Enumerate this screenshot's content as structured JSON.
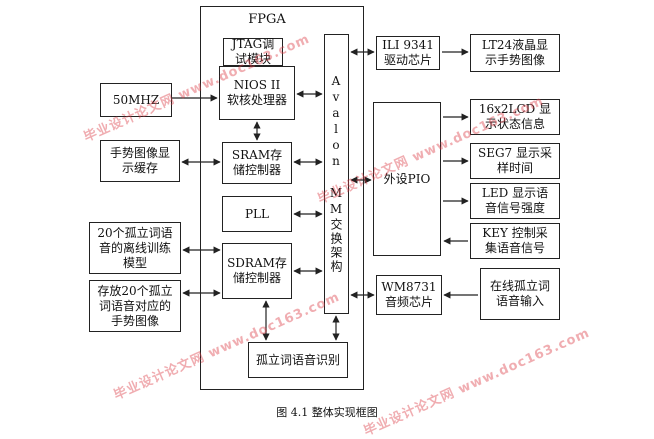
{
  "diagram": {
    "fpga_label": "FPGA",
    "avalon_label": "Avalon MM交换架构",
    "inner_blocks": {
      "jtag": "JTAG调\n试模块",
      "nios": "NIOS II\n软核处理器",
      "sram": "SRAM存\n储控制器",
      "pll": "PLL",
      "sdram": "SDRAM存\n储控制器",
      "recognition": "孤立词语音识别"
    },
    "left_blocks": {
      "clock": "50MHZ",
      "gesture_cache": "手势图像显\n示缓存",
      "offline_model": "20个孤立词语\n音的离线训练\n模型",
      "gesture_store": "存放20个孤立\n词语音对应的\n手势图像"
    },
    "right_blocks": {
      "ili": "ILI 9341\n驱动芯片",
      "lcd_display": "LT24液晶显\n示手势图像",
      "pio": "外设PIO",
      "lcd1602": "16x2LCD 显\n示状态信息",
      "seg7": "SEG7 显示采\n样时间",
      "led": "LED 显示语\n音信号强度",
      "key": "KEY 控制采\n集语音信号",
      "wm": "WM8731\n音频芯片",
      "voice_in": "在线孤立词\n语音输入"
    },
    "caption": "图 4.1  整体实现框图"
  },
  "watermark_text": "毕业设计论文网 www.doc163.com",
  "colors": {
    "line": "#222222",
    "watermark": "#dc3c46"
  }
}
